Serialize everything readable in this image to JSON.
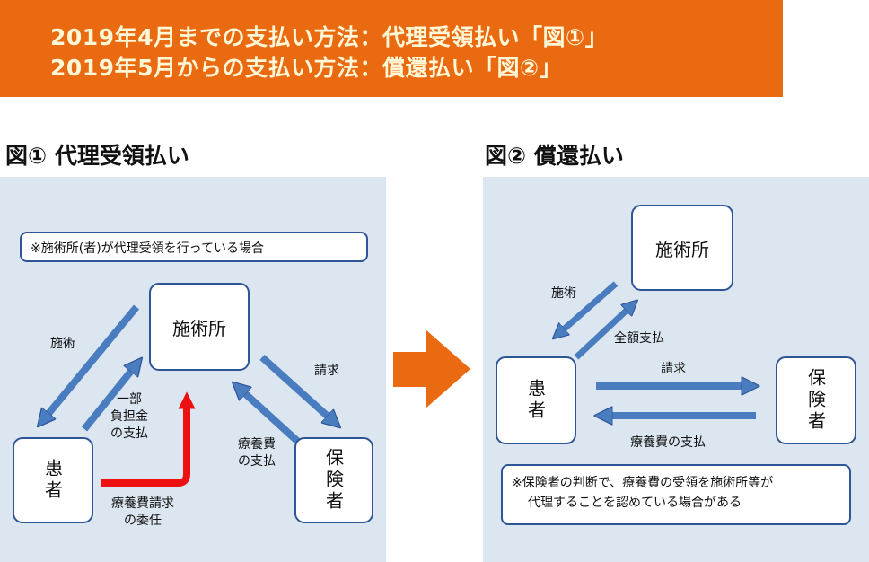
{
  "banner": {
    "line1": "2019年4月までの支払い方法：代理受領払い「図①」",
    "line2": "2019年5月からの支払い方法：償還払い「図②」"
  },
  "figure1": {
    "title": "図① 代理受領払い",
    "note": "※施術所(者)が代理受領を行っている場合",
    "nodes": {
      "clinic": "施術所",
      "patient": "患者",
      "insurer": "保険者"
    },
    "labels": {
      "treatment": "施術",
      "copay": [
        "一部",
        "負担金",
        "の支払"
      ],
      "claim": "請求",
      "reimbursement": [
        "療養費",
        "の支払"
      ],
      "delegation": [
        "療養費請求",
        "の委任"
      ]
    }
  },
  "figure2": {
    "title": "図② 償還払い",
    "nodes": {
      "clinic": "施術所",
      "patient": "患者",
      "insurer": "保険者"
    },
    "labels": {
      "treatment": "施術",
      "full_payment": "全額支払",
      "claim": "請求",
      "reimbursement": "療養費の支払"
    },
    "note_lines": [
      "※保険者の判断で、療養費の受領を施術所等が",
      "代理することを認めている場合がある"
    ]
  },
  "colors": {
    "banner": "#ea6a12",
    "panel": "#dce6f1",
    "arrow_blue": "#4a7dc0",
    "arrow_red": "#ee1111",
    "arrow_orange": "#ea6a12"
  }
}
